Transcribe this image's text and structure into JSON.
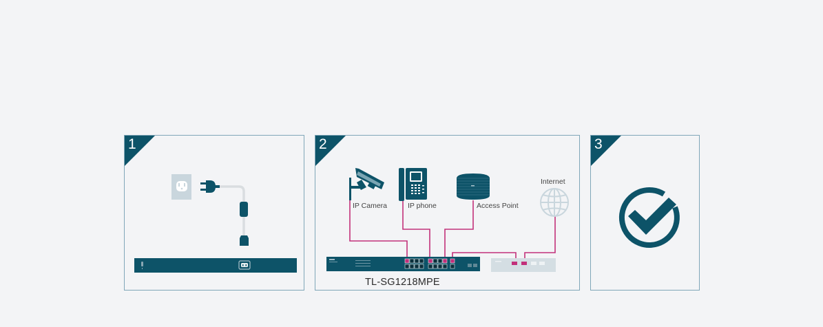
{
  "colors": {
    "background": "#f3f4f6",
    "panel_border": "#7fa6b8",
    "primary_teal": "#0d5368",
    "cable_magenta": "#c2307a",
    "light_gray": "#c9d6dd"
  },
  "steps": [
    {
      "number": "1",
      "icons": [
        "wall-outlet-icon",
        "power-plug-icon",
        "power-cable-icon",
        "switch-rear-panel-icon",
        "ac-power-port-icon"
      ]
    },
    {
      "number": "2",
      "devices": [
        {
          "label": "IP Camera",
          "icon": "ip-camera-icon"
        },
        {
          "label": "IP phone",
          "icon": "ip-phone-icon"
        },
        {
          "label": "Access Point",
          "icon": "access-point-icon"
        },
        {
          "label": "Internet",
          "icon": "globe-icon"
        }
      ],
      "switch_model": "TL-SG1218MPE",
      "router_icon": "router-icon"
    },
    {
      "number": "3",
      "icon": "check-circle-icon"
    }
  ]
}
